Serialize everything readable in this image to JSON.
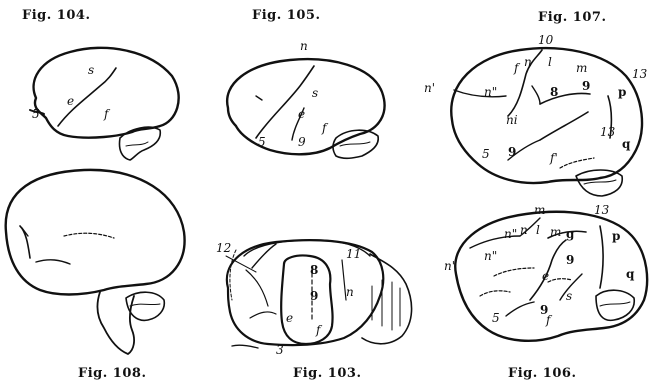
{
  "captions": {
    "fig104": "Fig. 104.",
    "fig105": "Fig. 105.",
    "fig107": "Fig. 107.",
    "fig108": "Fig. 108.",
    "fig103": "Fig. 103.",
    "fig106": "Fig. 106."
  },
  "labels": {
    "fig104": {
      "s": "s",
      "e": "e",
      "f": "f",
      "five": "5"
    },
    "fig105": {
      "n": "n",
      "s": "s",
      "e": "e",
      "f": "f",
      "five": "5",
      "nine": "9"
    },
    "fig107": {
      "n_prime": "n'",
      "n_dbl": "n\"",
      "n": "n",
      "ten": "10",
      "l": "l",
      "f": "f",
      "m": "m",
      "eight": "8",
      "nine_a": "9",
      "thirteen_a": "13",
      "p": "p",
      "ni": "ni",
      "thirteen_b": "13",
      "five": "5",
      "nine_b": "9",
      "q": "q",
      "f_prime": "f'"
    },
    "fig108": {},
    "fig103": {
      "twelve": "12",
      "eleven": "11",
      "eight": "8",
      "nine": "9",
      "n": "n",
      "e": "e",
      "f": "f",
      "three": "3"
    },
    "fig106": {
      "m_top": "m",
      "thirteen": "13",
      "n_dbl": "n\"",
      "n": "n",
      "l": "l",
      "m": "m",
      "g": "g",
      "p": "p",
      "n_prime": "n'",
      "n_dbl2": "n\"",
      "e": "e",
      "nine_a": "9",
      "s": "s",
      "f": "f",
      "nine_b": "9",
      "five": "5",
      "q": "q"
    }
  }
}
